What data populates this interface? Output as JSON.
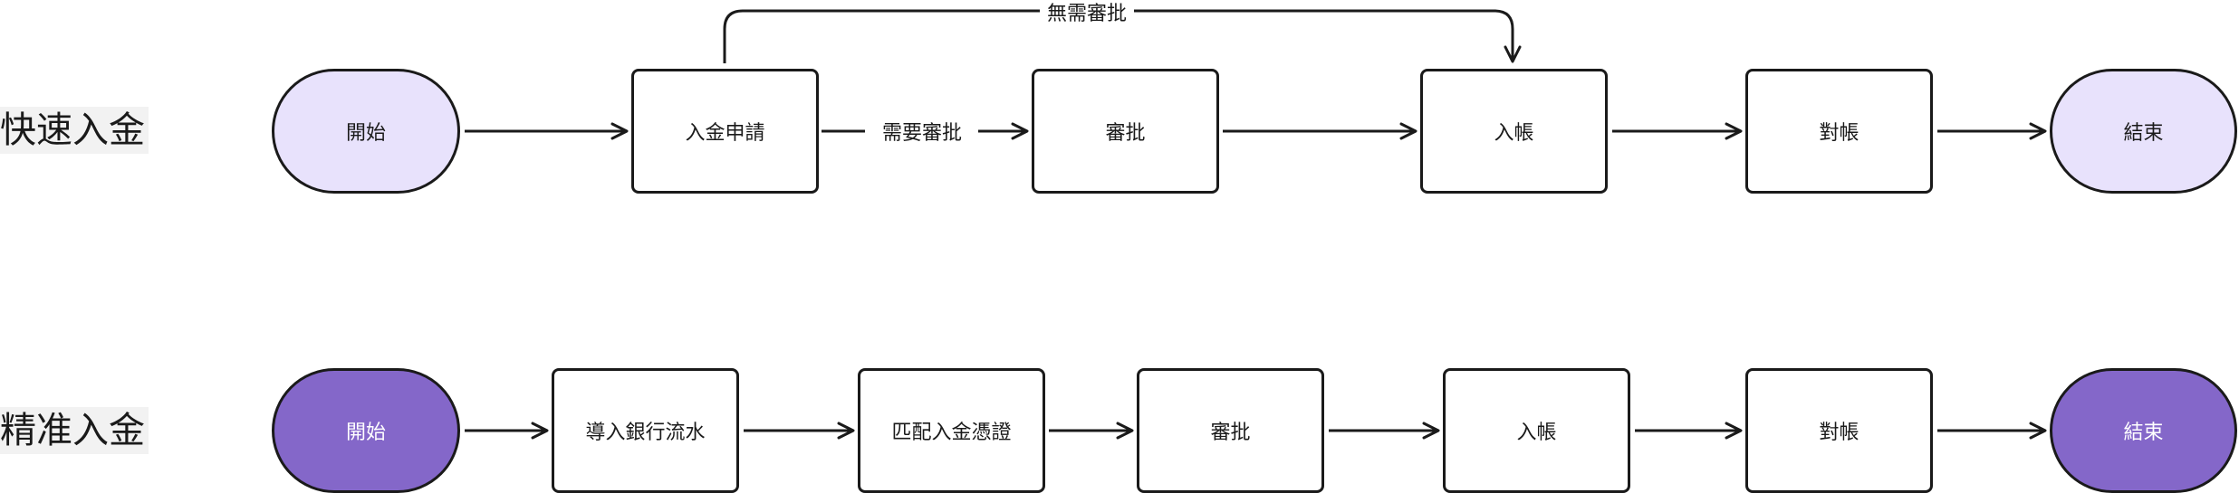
{
  "lanes": [
    {
      "label": "快速入金",
      "nodes": [
        "開始",
        "入金申請",
        "審批",
        "入帳",
        "對帳",
        "結束"
      ],
      "edge_labels": {
        "need_approval": "需要審批",
        "no_approval": "無需審批"
      }
    },
    {
      "label": "精准入金",
      "nodes": [
        "開始",
        "導入銀行流水",
        "匹配入金憑證",
        "審批",
        "入帳",
        "對帳",
        "結束"
      ]
    }
  ],
  "colors": {
    "stroke": "#1a1a1a",
    "terminal_light": "#e8e2fc",
    "terminal_dark": "#8467c9",
    "label_bg": "#f2f2f2"
  }
}
